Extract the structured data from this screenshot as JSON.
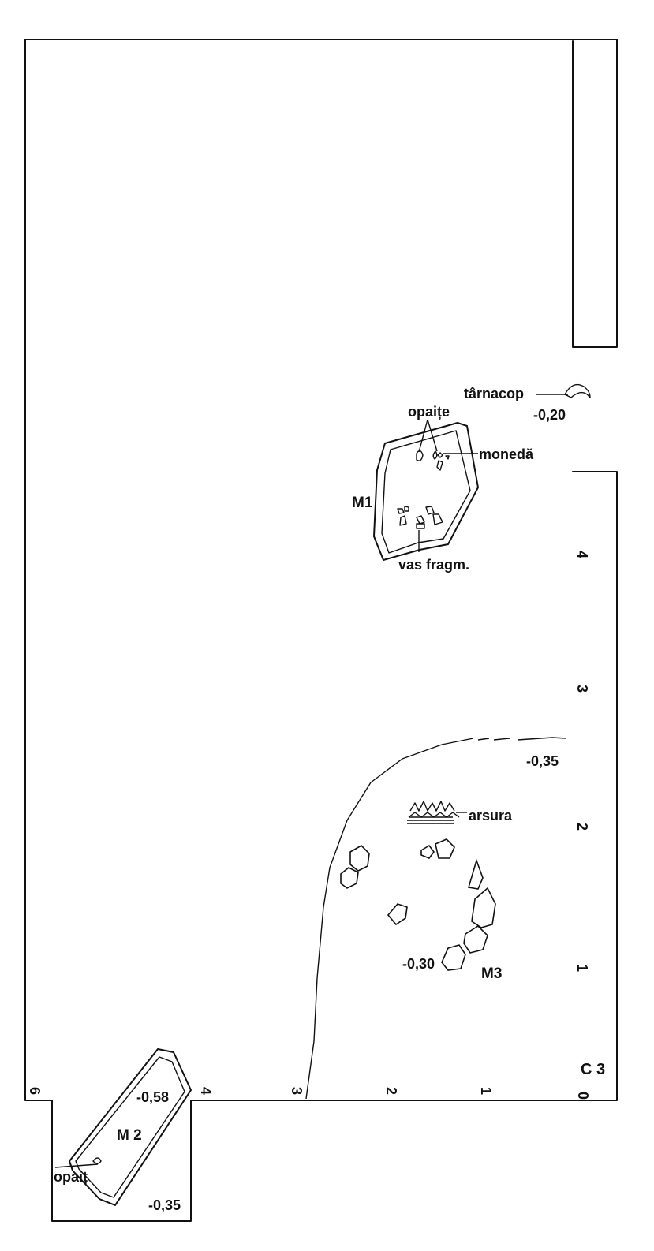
{
  "trench_label": "C 3",
  "graves": {
    "m1": {
      "label": "M1",
      "finds": [
        "opaițe",
        "monedă",
        "vas fragm."
      ]
    },
    "m2": {
      "label": "M 2",
      "depth": "-0,58",
      "find": "opaiț",
      "depth_outside": "-0,35"
    },
    "m3": {
      "label": "M3",
      "depth": "-0,30"
    }
  },
  "features": {
    "pickaxe": {
      "label": "târnacop",
      "depth": "-0,20"
    },
    "burn": {
      "label": "arsura"
    },
    "edge_depth": "-0,35"
  },
  "scale_bottom": [
    "0",
    "1",
    "2",
    "3",
    "4",
    "6"
  ],
  "scale_right": [
    "1",
    "2",
    "3",
    "4"
  ]
}
